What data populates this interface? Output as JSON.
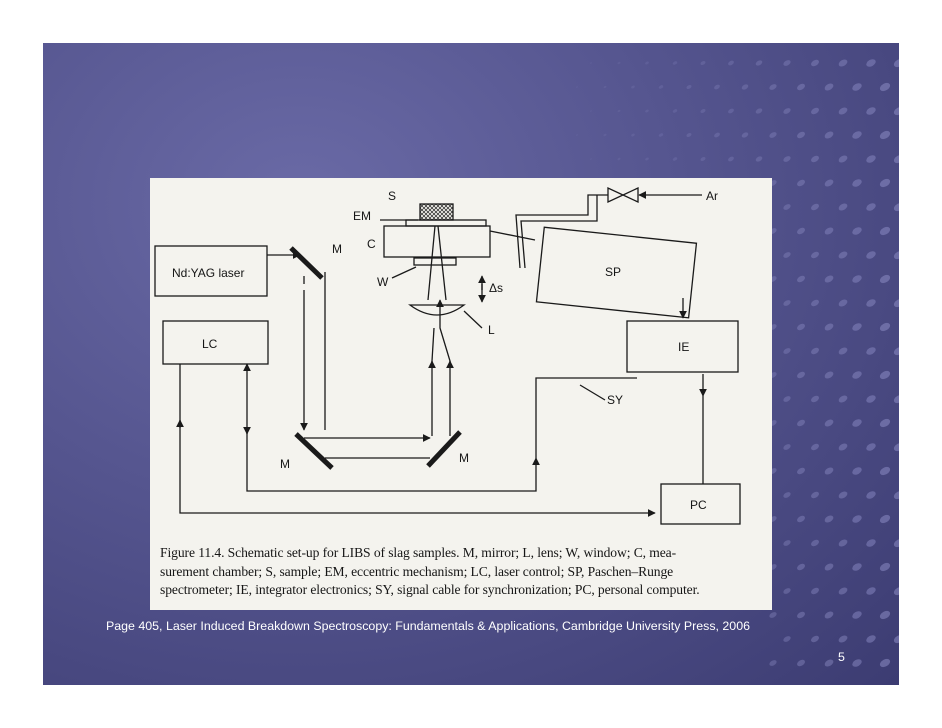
{
  "figure": {
    "labels": {
      "laser": "Nd:YAG laser",
      "laser_control": "LC",
      "spectrometer": "SP",
      "integrator": "IE",
      "computer": "PC",
      "mirror_top": "M",
      "mirror_bottom_left": "M",
      "mirror_bottom_right": "M",
      "sample": "S",
      "eccentric": "EM",
      "chamber": "C",
      "window": "W",
      "lens": "L",
      "delta_s": "Δs",
      "argon": "Ar",
      "sync_cable": "SY"
    },
    "caption_lines": [
      "Figure 11.4. Schematic set-up for LIBS of slag samples. M, mirror; L, lens; W, window; C, mea-",
      "surement chamber; S, sample; EM, eccentric mechanism; LC, laser control; SP, Paschen–Runge",
      "spectrometer; IE, integrator electronics; SY, signal cable for synchronization; PC, personal computer."
    ]
  },
  "citation": "Page 405, Laser Induced Breakdown Spectroscopy: Fundamentals & Applications, Cambridge University Press, 2006",
  "page_number": "5",
  "colors": {
    "slide_bg": "#55558f",
    "figure_bg": "#f4f3ee",
    "line": "#1a1a1a",
    "dot": "#8a8ac2"
  }
}
